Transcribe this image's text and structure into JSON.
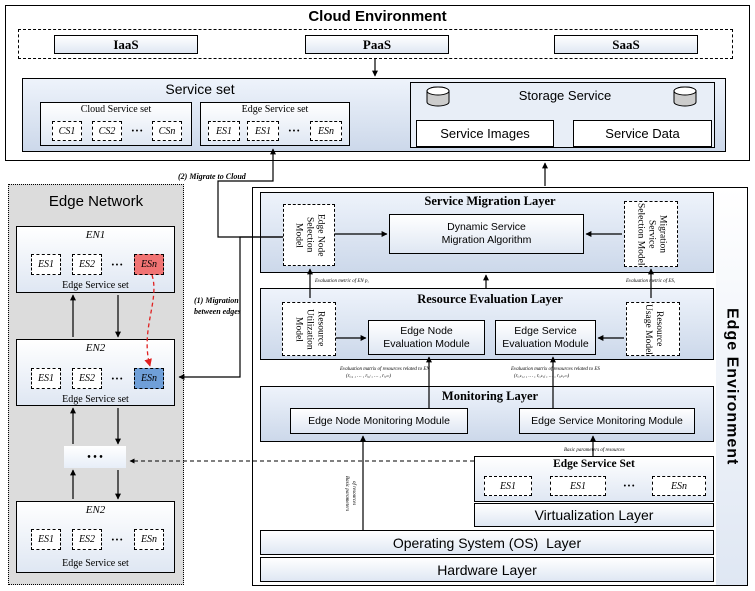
{
  "cloud": {
    "title": "Cloud Environment",
    "iaas": "IaaS",
    "paas": "PaaS",
    "saas": "SaaS",
    "service_set_title": "Service set",
    "cloud_service_set": {
      "title": "Cloud Service set",
      "items": [
        "CS1",
        "CS2",
        "CSn"
      ]
    },
    "edge_service_set": {
      "title": "Edge Service set",
      "items": [
        "ES1",
        "ES1",
        "ESn"
      ]
    },
    "storage": {
      "title": "Storage Service",
      "images": "Service Images",
      "data": "Service Data"
    }
  },
  "edge_network": {
    "title": "Edge Network",
    "nodes": [
      {
        "name": "EN1",
        "label": "Edge Service set",
        "items": [
          "ES1",
          "ES2",
          "ESn"
        ]
      },
      {
        "name": "EN2",
        "label": "Edge Service set",
        "items": [
          "ES1",
          "ES2",
          "ESn"
        ]
      },
      {
        "name": "EN2",
        "label": "Edge Service set",
        "items": [
          "ES1",
          "ES2",
          "ESn"
        ]
      }
    ],
    "ellipsis": "• • •"
  },
  "labels": {
    "migrate_to_cloud": "(2) Migrate to Cloud",
    "migration_between_edges_1": "(1) Migration",
    "migration_between_edges_2": "between edges",
    "eval_metric_en": "Evaluation metric of EN p,",
    "eval_metric_es": "Evaluation metric of ES,",
    "eval_matrix_en": "Evaluation matrix of resources related to EN",
    "eval_matrix_en_sub": "(rᵢ,₁ , … , rᵢ,ⱼ , … , rᵢ,ₘ)",
    "eval_matrix_es": "Evaluation matrix of resources related to ES",
    "eval_matrix_es_sub": "(rᵢ,ₖ,₁ , … , rᵢ,ₖ,ⱼ , … , rᵢ,ₖ,ₘ)",
    "basic_params": "Basic parameters of resources",
    "basic_params_v1": "Basic parameters",
    "basic_params_v2": "of resources",
    "dots": "• • •"
  },
  "edge_env": {
    "title": "Edge Environment",
    "migration_layer": {
      "title": "Service Migration Layer",
      "left_model": "Edge Node Selection Model",
      "algorithm_1": "Dynamic Service",
      "algorithm_2": "Migration Algorithm",
      "right_model": "Migration Service Selection Model"
    },
    "evaluation_layer": {
      "title": "Resource Evaluation Layer",
      "left_model": "Resource Utilization Model",
      "node_module_1": "Edge Node",
      "node_module_2": "Evaluation Module",
      "service_module_1": "Edge Service",
      "service_module_2": "Evaluation Module",
      "right_model": "Resource Usage Model"
    },
    "monitoring_layer": {
      "title": "Monitoring Layer",
      "node_module": "Edge Node Monitoring Module",
      "service_module": "Edge Service Monitoring Module"
    },
    "service_set": {
      "title": "Edge Service Set",
      "items": [
        "ES1",
        "ES1",
        "ESn"
      ]
    },
    "virtualization": "Virtualization Layer",
    "os": "Operating System (OS)  Layer",
    "hardware": "Hardware Layer"
  }
}
